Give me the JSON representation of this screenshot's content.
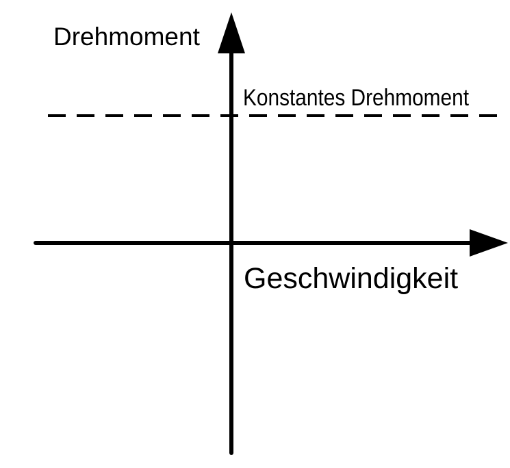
{
  "diagram": {
    "y_axis_label": "Drehmoment",
    "x_axis_label": "Geschwindigkeit",
    "line_label": "Konstantes Drehmoment",
    "colors": {
      "ink": "#000000",
      "background": "#ffffff"
    }
  }
}
